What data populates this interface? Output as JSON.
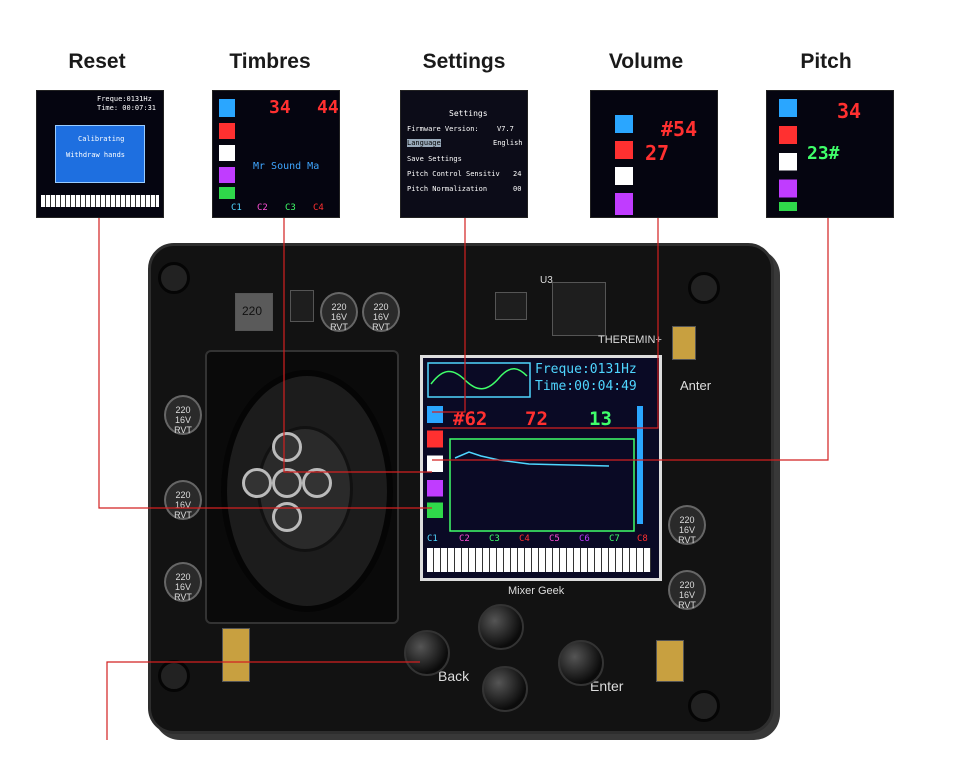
{
  "labels": {
    "reset": "Reset",
    "timbres": "Timbres",
    "settings": "Settings",
    "volume": "Volume",
    "pitch": "Pitch"
  },
  "thumb_reset": {
    "freq": "Freque:0131Hz",
    "time": "Time: 00:07:31",
    "line1": "Calibrating",
    "line2": "Withdraw hands"
  },
  "thumb_timbres": {
    "n1": "34",
    "n2": "44",
    "scroll": "Mr Sound Ma",
    "notes": [
      "C1",
      "C2",
      "C3",
      "C4"
    ]
  },
  "thumb_settings": {
    "title": "Settings",
    "rows": [
      [
        "Firmware Version:",
        "V7.7"
      ],
      [
        "Language",
        "English"
      ],
      [
        "Save Settings",
        ""
      ],
      [
        "Pitch Control Sensitiv",
        "24"
      ],
      [
        "Pitch Normalization",
        "00"
      ]
    ]
  },
  "thumb_volume": {
    "n1": "#54",
    "n2": "27"
  },
  "thumb_pitch": {
    "n1": "34",
    "n2": "23#"
  },
  "screen": {
    "freq": "Freque:0131Hz",
    "time": "Time:00:04:49",
    "v1": "#62",
    "v2": "72",
    "v3": "13",
    "notes": [
      "C1",
      "C2",
      "C3",
      "C4",
      "C5",
      "C6",
      "C7",
      "C8"
    ]
  },
  "board": {
    "brand": "THEREMIN+",
    "u3": "U3",
    "l220": "220",
    "enter": "Enter",
    "ant": "Anter",
    "mixer": "Mixer Geek",
    "back": "Back",
    "cap_text": "220\n16V\nRVT"
  },
  "colors": {
    "line": "#d22020",
    "accent_cyan": "#4fd6ff",
    "accent_red": "#ff3030",
    "accent_green": "#3fff6a"
  }
}
